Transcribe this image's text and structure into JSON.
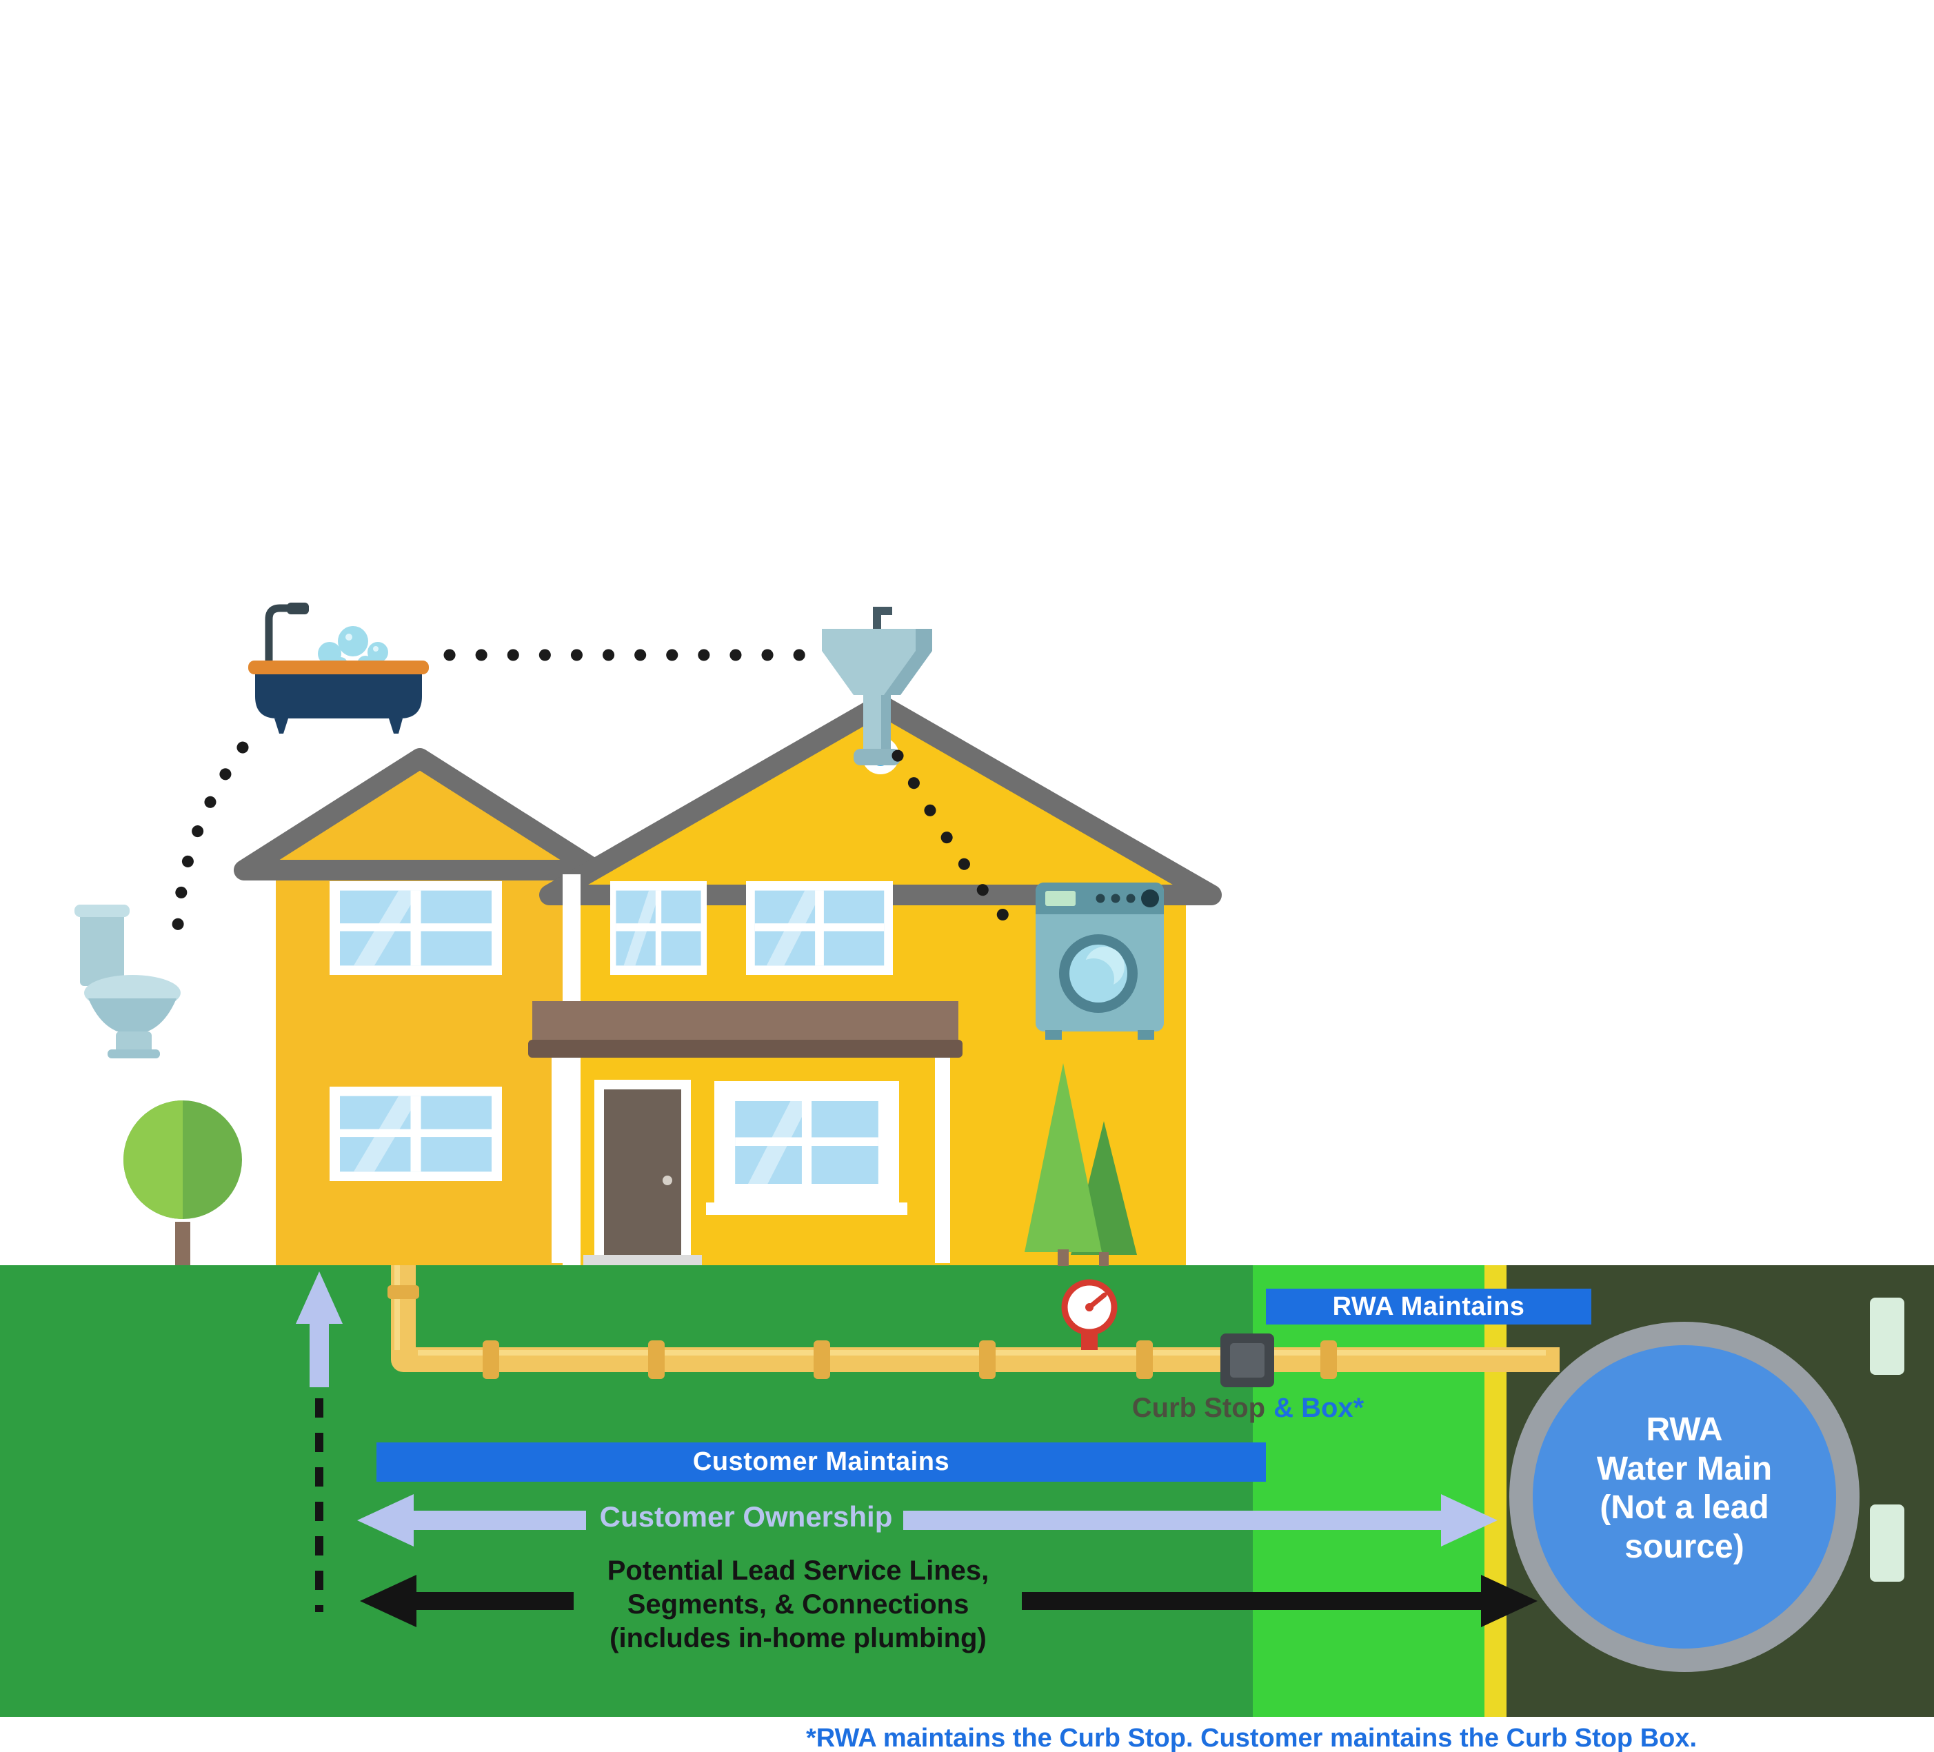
{
  "labels": {
    "rwa_maintains": "RWA Maintains",
    "customer_maintains": "Customer Maintains",
    "customer_ownership": "Customer Ownership",
    "potential_lead": "Potential Lead Service Lines,\nSegments, & Connections\n(includes in-home plumbing)",
    "curb_stop_part1": "Curb Stop",
    "curb_stop_part2": "& Box*",
    "water_main": "RWA\nWater Main\n(Not a lead\nsource)",
    "footnote": "*RWA maintains the Curb Stop.  Customer maintains the Curb Stop Box."
  },
  "colors": {
    "banner_blue": "#1d6fe0",
    "footnote_blue": "#1d6fe0",
    "grass_green": "#2f9e41",
    "verge_stripe_green": "#3bd23b",
    "road_dark_green": "#3c4b2f",
    "road_edge_yellow": "#ecd925",
    "lane_marker": "#d9eedd",
    "pipe_yellow": "#f2c660",
    "pipe_fitting": "#e3ad45",
    "water_main_blue": "#4b90e2",
    "water_main_ring_gray": "#9aa0a6",
    "ownership_arrow_periwinkle": "#b7c4ef",
    "lead_arrow_black": "#141414",
    "house_yellow": "#f9c51a",
    "roof_gray": "#6f6f6f",
    "gauge_red": "#d63a2f",
    "curb_box_gray": "#41464b",
    "curb_stop_text": "#4c4f3f"
  },
  "icons": {
    "plumbing_fixtures": [
      "bathtub-icon",
      "sink-icon",
      "toilet-icon",
      "washing-machine-icon"
    ],
    "scene": [
      "house-icon",
      "tree-round-icon",
      "tree-pine-icon",
      "pressure-gauge-icon",
      "curb-stop-box-icon",
      "up-arrow-icon",
      "water-main-circle"
    ]
  }
}
